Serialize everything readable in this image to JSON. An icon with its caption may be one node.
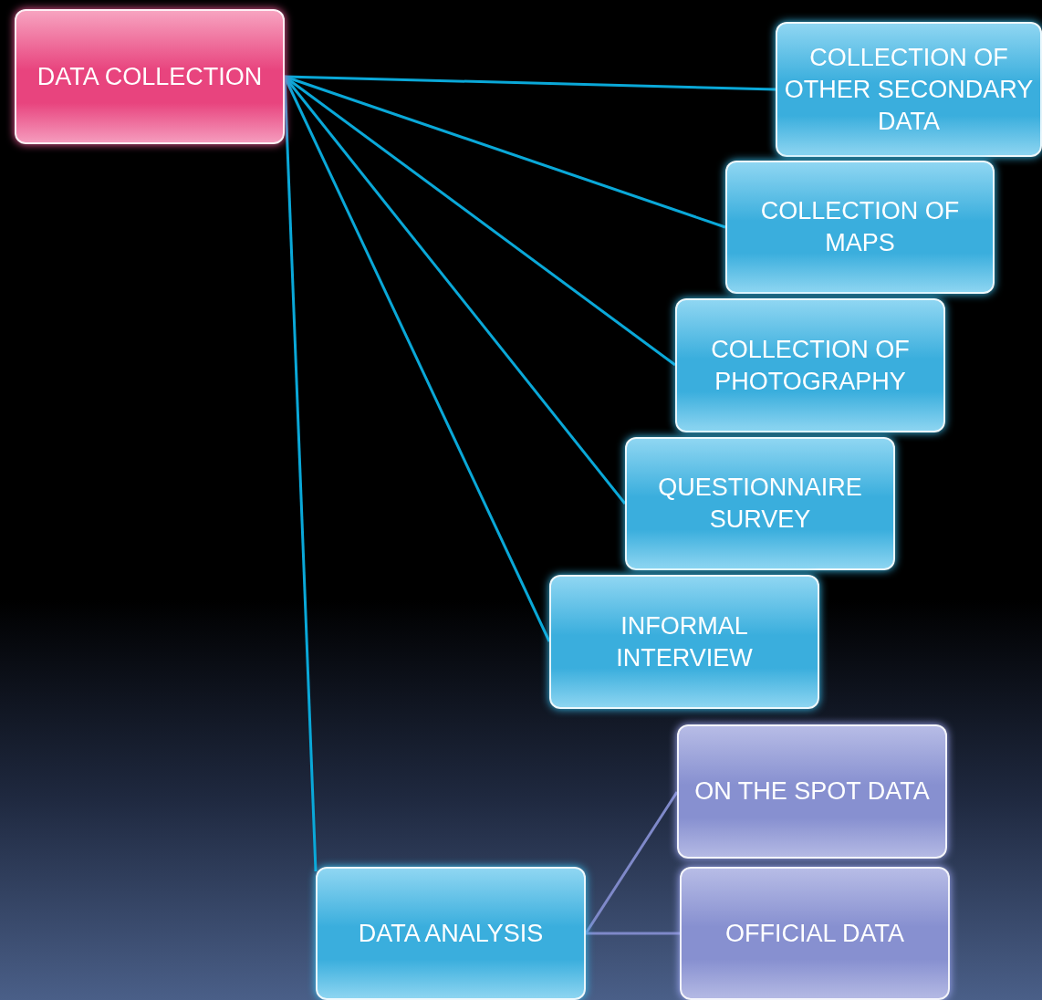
{
  "diagram": {
    "nodes": [
      {
        "text": [
          "DATA COLLECTION"
        ]
      },
      {
        "text": [
          "COLLECTION OF OTHER SECONDARY DATA"
        ]
      },
      {
        "text": [
          "COLLECTION OF MAPS"
        ]
      },
      {
        "text": [
          "COLLECTION OF PHOTOGRAPHY"
        ]
      },
      {
        "text": [
          "QUESTIONNAIRE SURVEY"
        ]
      },
      {
        "text": [
          "INFORMAL INTERVIEW"
        ]
      },
      {
        "text": [
          "ON THE SPOT DATA"
        ]
      },
      {
        "text": [
          "DATA ANALYSIS"
        ]
      },
      {
        "text": [
          "OFFICIAL DATA"
        ]
      }
    ],
    "edges": [
      {
        "from": 0,
        "to": 1,
        "arrow": "none"
      },
      {
        "from": 0,
        "to": 2,
        "arrow": "none"
      },
      {
        "from": 0,
        "to": 3,
        "arrow": "none"
      },
      {
        "from": 0,
        "to": 4,
        "arrow": "none"
      },
      {
        "from": 0,
        "to": 5,
        "arrow": "none"
      },
      {
        "from": 0,
        "to": 7,
        "arrow": "none"
      },
      {
        "from": 7,
        "to": 6,
        "arrow": "none",
        "color": "#7f89c9"
      },
      {
        "from": 7,
        "to": 8,
        "arrow": "none",
        "color": "#7f89c9"
      }
    ]
  }
}
